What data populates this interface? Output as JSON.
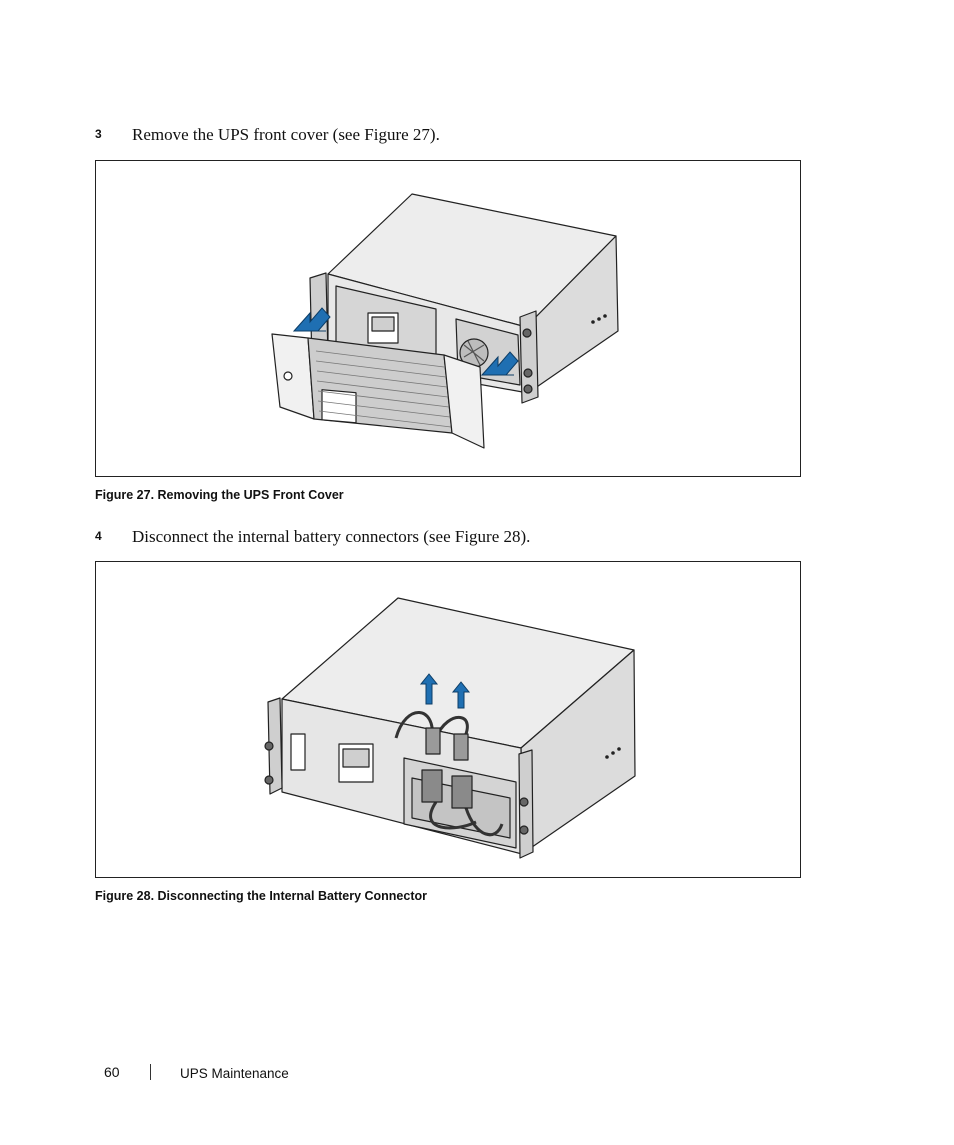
{
  "step3": {
    "number": "3",
    "text": "Remove the UPS front cover (see Figure 27)."
  },
  "figure27": {
    "caption": "Figure 27. Removing the UPS Front Cover"
  },
  "step4": {
    "number": "4",
    "text": "Disconnect the internal battery connectors (see Figure 28)."
  },
  "figure28": {
    "caption": "Figure 28. Disconnecting the Internal Battery Connector"
  },
  "footer": {
    "page_number": "60",
    "section_title": "UPS Maintenance"
  },
  "colors": {
    "arrow": "#1f6fb2",
    "arrow_edge": "#0d3d66",
    "line": "#222222",
    "panel": "#ececec"
  }
}
